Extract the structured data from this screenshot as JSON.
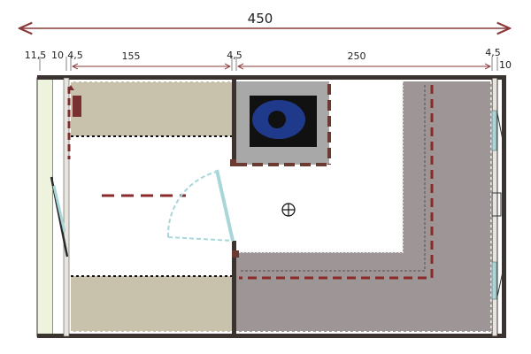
{
  "dimensions": {
    "total": "450",
    "segments": [
      "11,5",
      "10",
      "4,5",
      "155",
      "4,5",
      "250",
      "4,5",
      "10"
    ]
  },
  "colors": {
    "wall": "#3a3330",
    "bench_beige": "#c8c2ad",
    "floor_gray": "#9e9597",
    "dashed_red": "#8b2a2a",
    "glass": "#a9d6d8",
    "stove_body": "#a8a8a8",
    "stove_black": "#111111",
    "stove_blue": "#1f3a8a",
    "terrace_green": "#eef3de",
    "dim_line": "#8b3a3a"
  },
  "icons": {
    "center_mark": "crosshair-circle-icon",
    "stove": "sauna-stove-icon"
  }
}
